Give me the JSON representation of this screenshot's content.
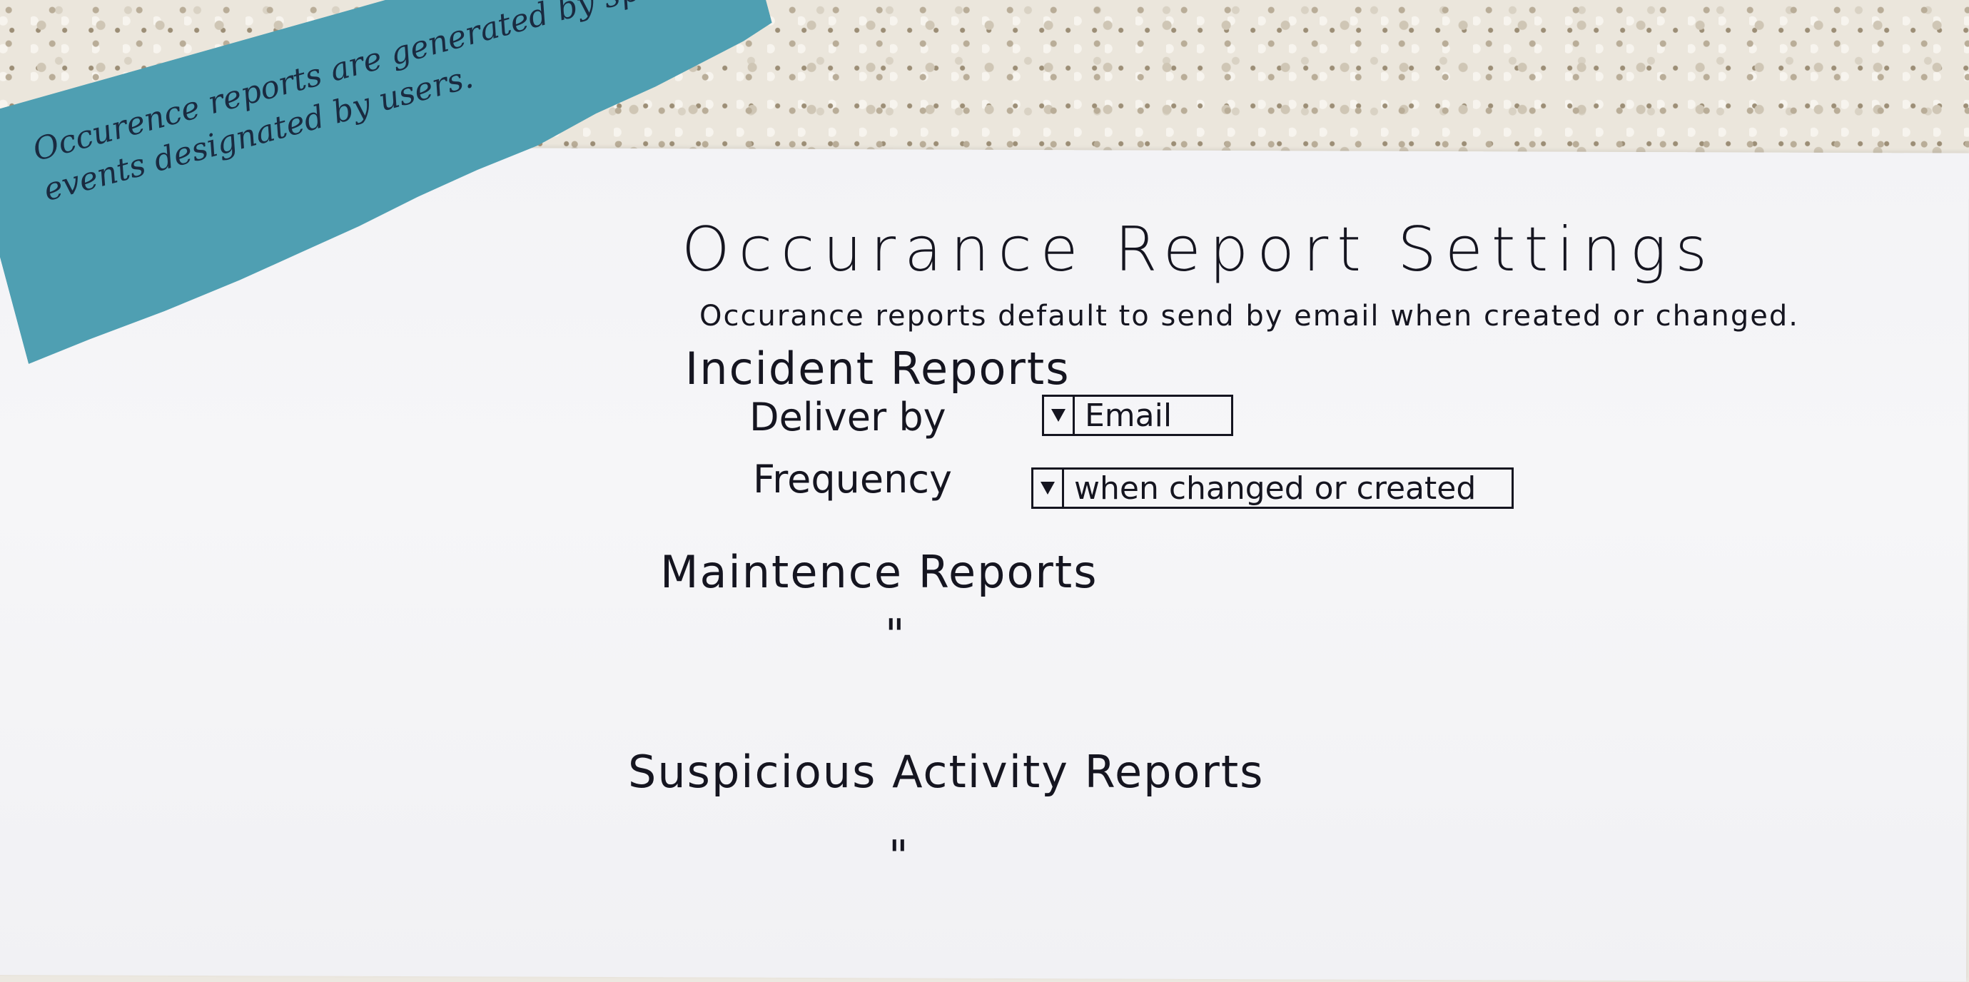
{
  "sticky_note": {
    "text": "Occurence reports are generated by specific events designated by users."
  },
  "page": {
    "title": "Occurance Report Settings",
    "subtitle": "Occurance reports default to send by email when created or changed."
  },
  "sections": {
    "incident": {
      "heading": "Incident Reports",
      "deliver_label": "Deliver by",
      "deliver_value": "Email",
      "frequency_label": "Frequency",
      "frequency_value": "when changed or created"
    },
    "maintenance": {
      "heading": "Maintence Reports",
      "ditto": "\""
    },
    "suspicious": {
      "heading": "Suspicious Activity Reports",
      "ditto": "\""
    }
  },
  "colors": {
    "sticky": "#4f9fb2",
    "ink": "#151520",
    "paper": "#f4f4f7"
  }
}
